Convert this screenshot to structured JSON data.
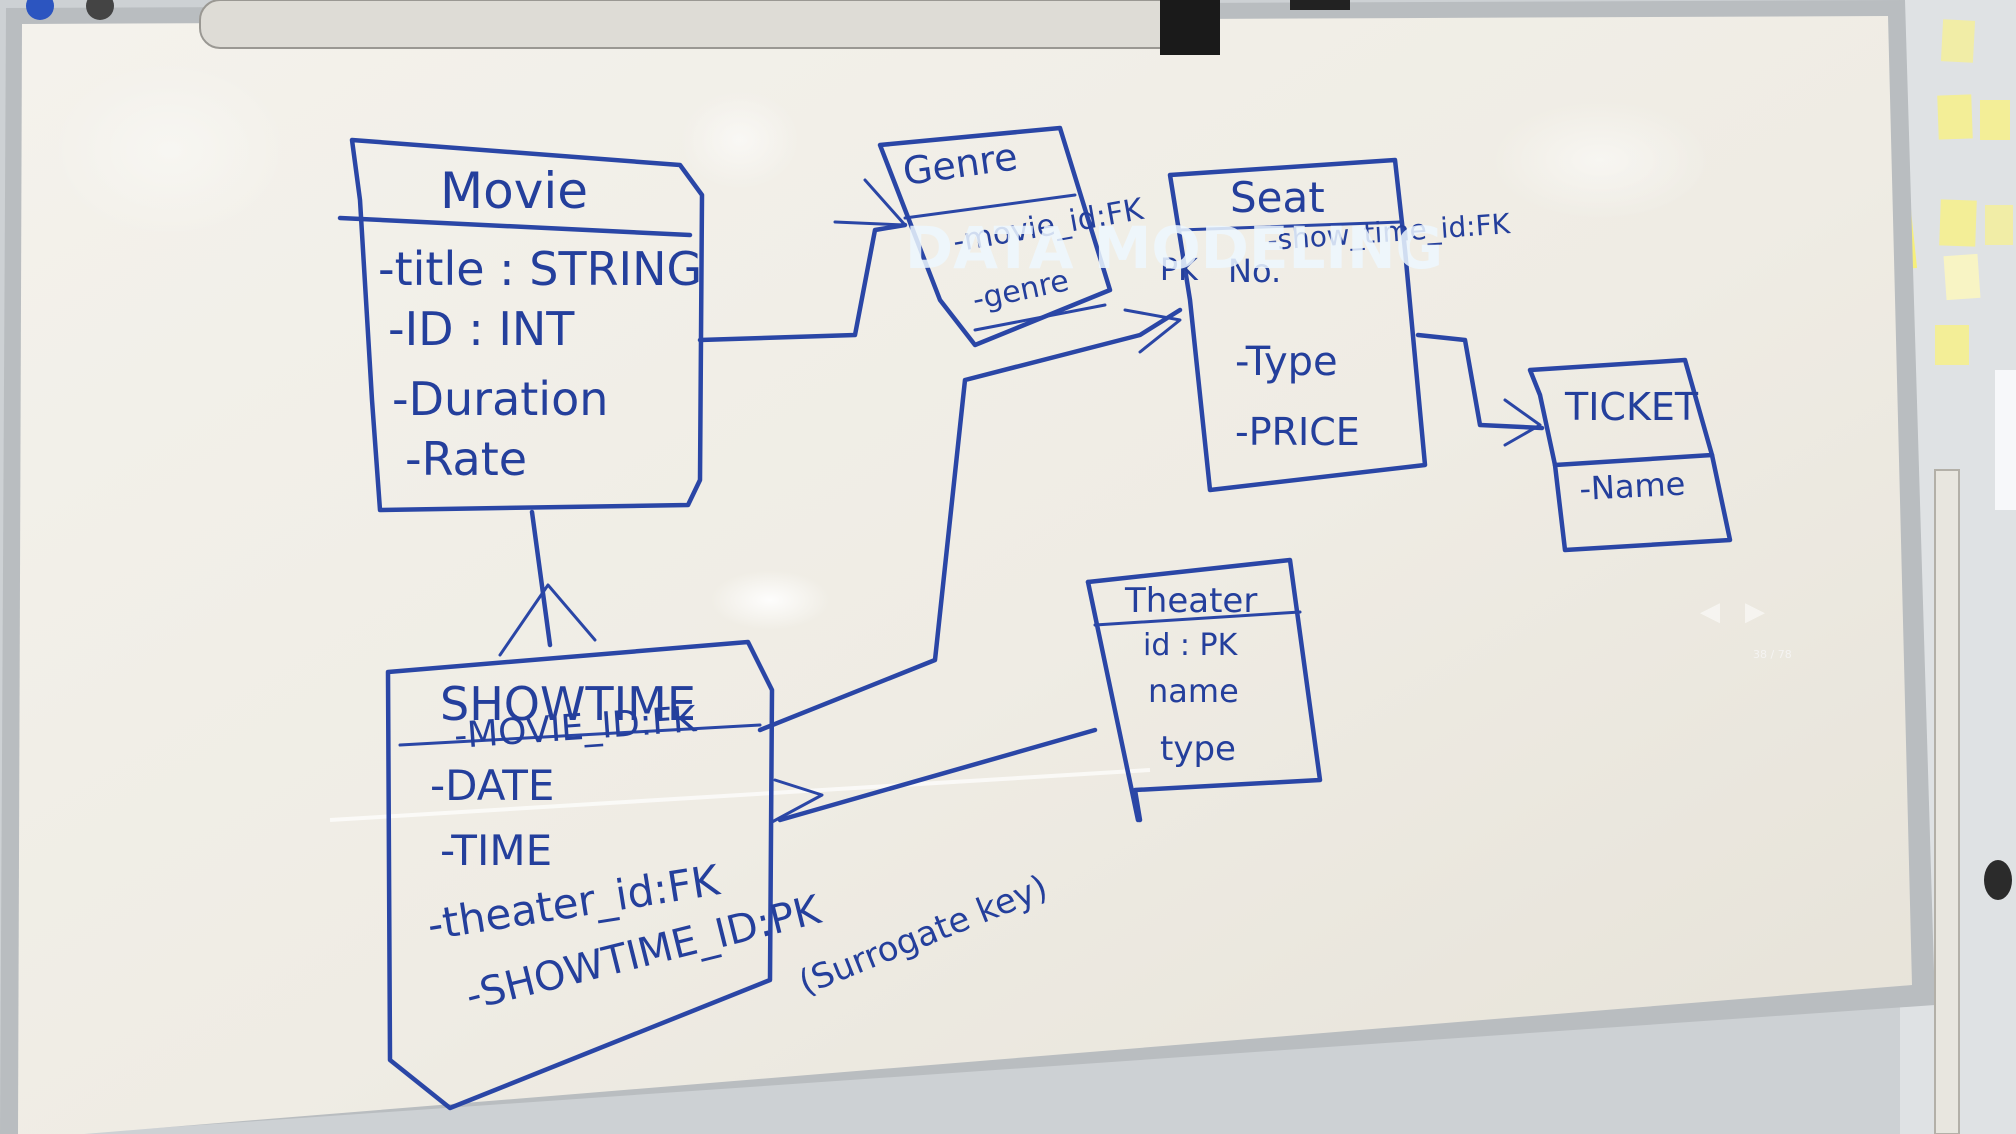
{
  "projection": {
    "overlay_title": "DATA MODELING",
    "slide_counter": "38 / 78"
  },
  "whiteboard": {
    "entities": {
      "movie": {
        "title": "Movie",
        "fields": [
          "-title : STRING",
          "-ID : INT",
          "-Duration",
          "-Rate"
        ]
      },
      "genre": {
        "title": "Genre",
        "fields": [
          "-movie_id:FK",
          "-genre"
        ]
      },
      "seat": {
        "title": "Seat",
        "key_label": "PK",
        "fields": [
          "-show_time_id:FK",
          "No.",
          "-Type",
          "-PRICE"
        ]
      },
      "ticket": {
        "title": "TICKET",
        "fields": [
          "-Name"
        ]
      },
      "theater": {
        "title": "Theater",
        "fields": [
          "id : PK",
          "name",
          "type"
        ]
      },
      "showtime": {
        "title": "SHOWTIME",
        "fields": [
          "-MOVIE_ID:FK",
          "-DATE",
          "-TIME",
          "-theater_id:FK",
          "-SHOWTIME_ID:PK"
        ],
        "note": "(Surrogate key)"
      }
    }
  },
  "colors": {
    "marker_ink": "#2a46a6",
    "board_surface": "#f1efe8",
    "board_frame": "#b8bcbf",
    "wall": "#d2d6d9",
    "sticky_note": "#f4ee9a"
  }
}
